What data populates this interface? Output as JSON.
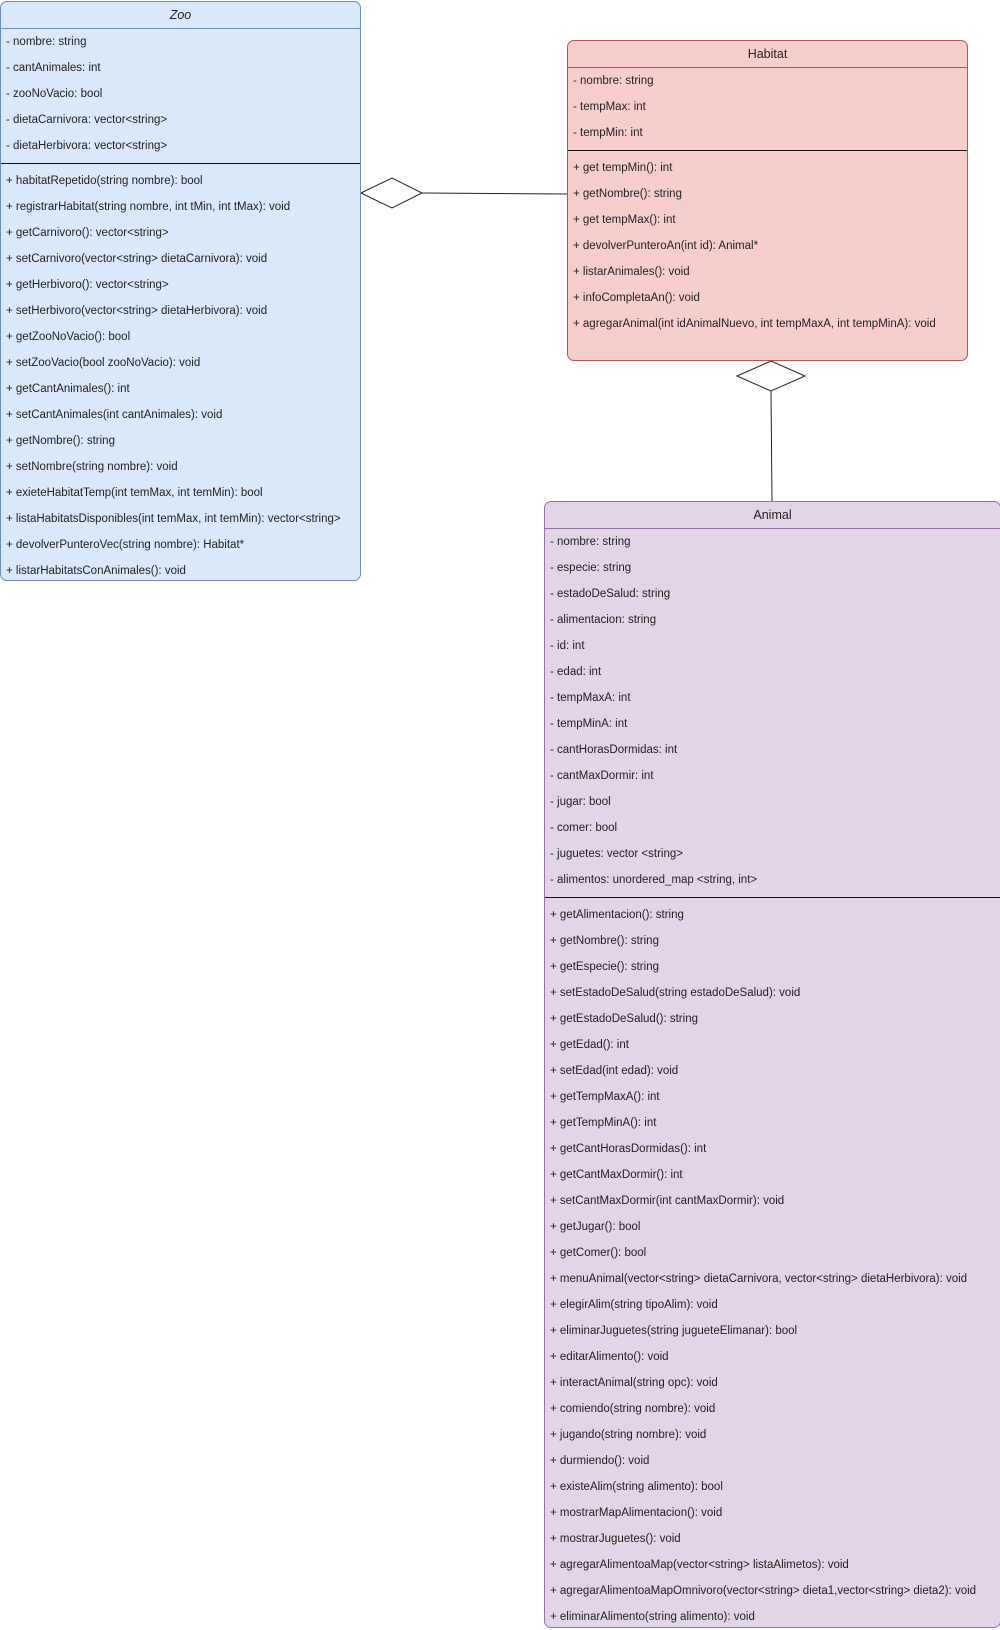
{
  "colors": {
    "zoo_fill": "#dae8fc",
    "zoo_stroke": "#6c8ebf",
    "habitat_fill": "#f8cecc",
    "habitat_stroke": "#b85450",
    "animal_fill": "#e1d5e7",
    "animal_stroke": "#9673a6"
  },
  "zoo": {
    "title": "Zoo",
    "attributes": [
      "- nombre: string",
      "- cantAnimales: int",
      "- zooNoVacio: bool",
      "- dietaCarnivora:  vector<string>",
      "- dietaHerbivora:  vector<string>"
    ],
    "methods": [
      "+ habitatRepetido(string nombre): bool",
      "+ registrarHabitat(string nombre, int tMin, int tMax): void",
      "+ getCarnivoro(): vector<string>",
      "+ setCarnivoro(vector<string> dietaCarnivora): void",
      "+ getHerbivoro(): vector<string>",
      "+ setHerbivoro(vector<string> dietaHerbivora): void",
      "+ getZooNoVacio(): bool",
      "+ setZooVacio(bool zooNoVacio): void",
      "+ getCantAnimales(): int",
      "+ setCantAnimales(int cantAnimales): void",
      "+ getNombre(): string",
      "+ setNombre(string nombre): void",
      "+ exieteHabitatTemp(int temMax, int temMin): bool",
      "+ listaHabitatsDisponibles(int temMax, int temMin): vector<string>",
      "+ devolverPunteroVec(string nombre): Habitat*",
      "+ listarHabitatsConAnimales(): void"
    ]
  },
  "habitat": {
    "title": "Habitat",
    "attributes": [
      "- nombre: string",
      "- tempMax: int",
      "- tempMin: int"
    ],
    "methods": [
      "+ get tempMin(): int",
      "+ getNombre(): string",
      "+ get tempMax(): int",
      "+ devolverPunteroAn(int id): Animal*",
      "+ listarAnimales(): void",
      "+ infoCompletaAn(): void",
      "+ agregarAnimal(int idAnimalNuevo, int tempMaxA, int tempMinA): void"
    ]
  },
  "animal": {
    "title": "Animal",
    "attributes": [
      "- nombre: string",
      "- especie: string",
      "- estadoDeSalud: string",
      "- alimentacion: string",
      "- id: int",
      "- edad: int",
      "- tempMaxA: int",
      "- tempMinA: int",
      "- cantHorasDormidas: int",
      "- cantMaxDormir: int",
      "- jugar: bool",
      "- comer: bool",
      "- juguetes: vector <string>",
      "- alimentos: unordered_map <string, int>"
    ],
    "methods": [
      "+ getAlimentacion(): string",
      "+ getNombre(): string",
      "+ getEspecie(): string",
      "+ setEstadoDeSalud(string estadoDeSalud): void",
      "+ getEstadoDeSalud(): string",
      "+ getEdad(): int",
      "+ setEdad(int edad): void",
      "+ getTempMaxA(): int",
      "+ getTempMinA(): int",
      "+ getCantHorasDormidas(): int",
      "+ getCantMaxDormir(): int",
      "+ setCantMaxDormir(int cantMaxDormir): void",
      "+ getJugar(): bool",
      "+ getComer(): bool",
      "+ menuAnimal(vector<string> dietaCarnivora, vector<string> dietaHerbivora): void",
      "+ elegirAlim(string tipoAlim): void",
      "+ eliminarJuguetes(string jugueteElimanar): bool",
      "+ editarAlimento(): void",
      "+ interactAnimal(string opc): void",
      "+ comiendo(string nombre): void",
      "+ jugando(string nombre): void",
      "+ durmiendo(): void",
      "+ existeAlim(string alimento): bool",
      "+ mostrarMapAlimentacion(): void",
      "+ mostrarJuguetes(): void",
      "+ agregarAlimentoaMap(vector<string> listaAlimetos): void",
      "+ agregarAlimentoaMapOmnivoro(vector<string> dieta1,vector<string> dieta2): void",
      "+  eliminarAlimento(string alimento): void"
    ]
  }
}
